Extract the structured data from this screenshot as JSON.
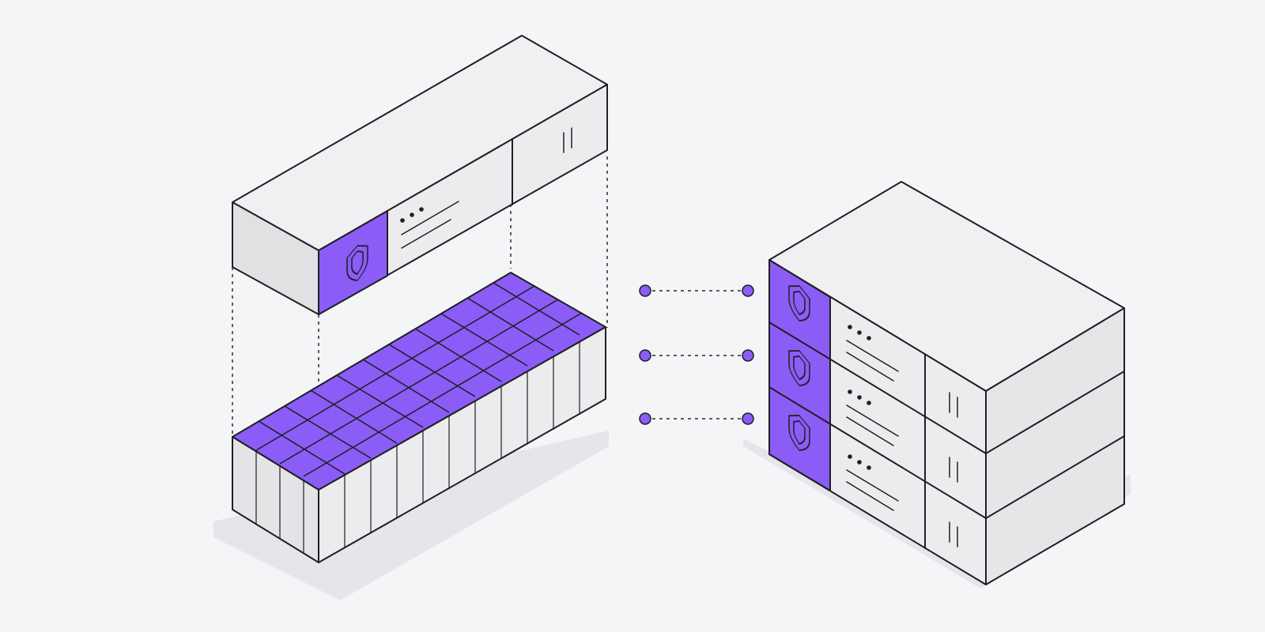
{
  "colors": {
    "background": "#f4f5f7",
    "accent": "#8b5cf6",
    "face_light": "#ececee",
    "face_mid": "#e1e1e4",
    "face_top": "#f0f0f2",
    "shadow": "#e6e6ea",
    "stroke": "#1f1f24"
  },
  "illustration": {
    "left_group": {
      "lid_module": {
        "icons": [
          "shield-icon",
          "status-dots-icon",
          "text-lines-icon",
          "slot-icon"
        ]
      },
      "base_module": {
        "icons": [
          "grid-cells"
        ]
      }
    },
    "connectors": {
      "count": 3,
      "icons": [
        "dot-icon",
        "dashed-line",
        "dot-icon"
      ]
    },
    "right_stack": {
      "units": 3,
      "unit_icons": [
        "shield-icon",
        "status-dots-icon",
        "text-lines-icon",
        "slot-icon"
      ]
    }
  }
}
